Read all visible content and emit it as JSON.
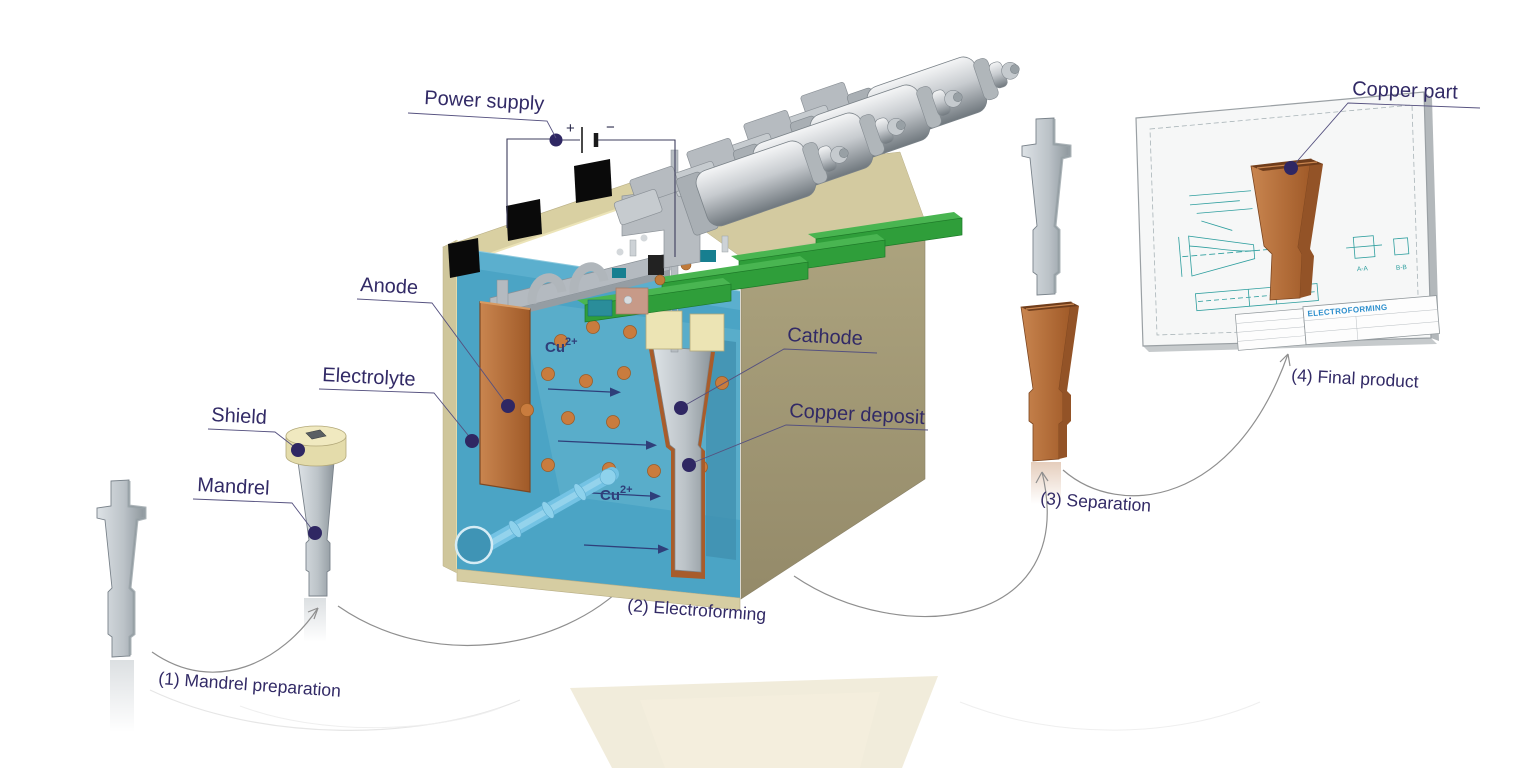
{
  "labels": {
    "power_supply": "Power supply",
    "anode": "Anode",
    "electrolyte": "Electrolyte",
    "shield": "Shield",
    "mandrel": "Mandrel",
    "cathode": "Cathode",
    "copper_deposit": "Copper deposit",
    "copper_part": "Copper part"
  },
  "battery": {
    "plus": "+",
    "minus": "−"
  },
  "ions": {
    "symbol": "Cu",
    "charge": "2+"
  },
  "stages": [
    {
      "label": "(1) Mandrel preparation"
    },
    {
      "label": "(2) Electroforming"
    },
    {
      "label": "(3) Separation"
    },
    {
      "label": "(4) Final product"
    }
  ],
  "drawing_board": {
    "brand": "ELECTROFORMING",
    "section_a": "A-A",
    "section_b": "B-B"
  },
  "colors": {
    "label_navy": "#322a66",
    "electrolyte_blue": "#4ba4c5",
    "copper": "#b5713f",
    "tank_tan": "#d9d0a2",
    "tank_wall": "#a49a78",
    "board_green": "#2f9e3a",
    "metal_gray": "#c3c9cd",
    "shield_cream": "#ece4b4"
  }
}
